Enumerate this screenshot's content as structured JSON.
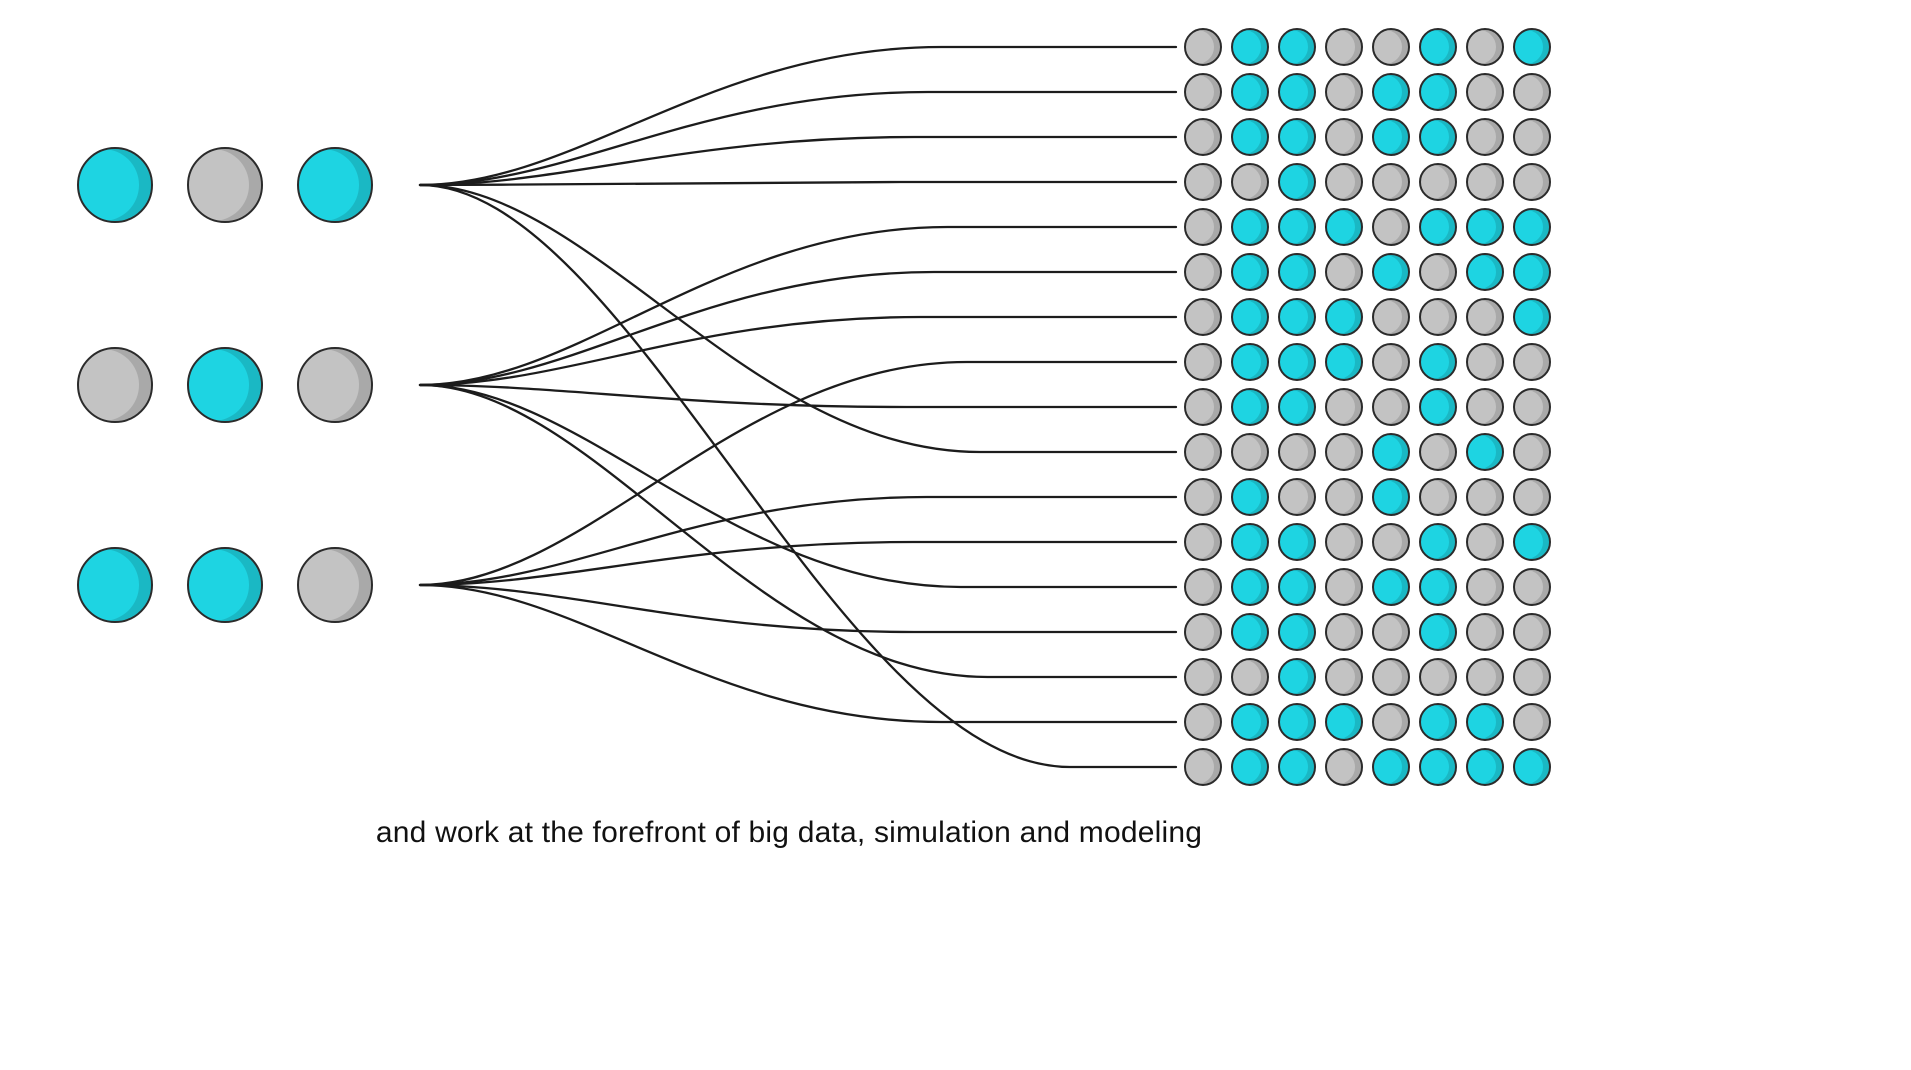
{
  "caption": "and work at the forefront of big data, simulation and modeling",
  "colors": {
    "cyan": "#1ed4e2",
    "gray": "#c3c3c3",
    "outline": "#2b2b2b",
    "wire": "#1c1c1c",
    "background": "#ffffff"
  },
  "input_grid": {
    "description": "3x3 grid of large nodes, values are node fill colors",
    "cell_values": [
      [
        "cyan",
        "gray",
        "cyan"
      ],
      [
        "gray",
        "cyan",
        "gray"
      ],
      [
        "cyan",
        "cyan",
        "gray"
      ]
    ]
  },
  "output_grid": {
    "description": "17x8 grid of small nodes, values are node fill colors",
    "cell_values": [
      [
        "gray",
        "cyan",
        "cyan",
        "gray",
        "gray",
        "cyan",
        "gray",
        "cyan"
      ],
      [
        "gray",
        "cyan",
        "cyan",
        "gray",
        "cyan",
        "cyan",
        "gray",
        "gray"
      ],
      [
        "gray",
        "cyan",
        "cyan",
        "gray",
        "cyan",
        "cyan",
        "gray",
        "gray"
      ],
      [
        "gray",
        "gray",
        "cyan",
        "gray",
        "gray",
        "gray",
        "gray",
        "gray"
      ],
      [
        "gray",
        "cyan",
        "cyan",
        "cyan",
        "gray",
        "cyan",
        "cyan",
        "cyan"
      ],
      [
        "gray",
        "cyan",
        "cyan",
        "gray",
        "cyan",
        "gray",
        "cyan",
        "cyan"
      ],
      [
        "gray",
        "cyan",
        "cyan",
        "cyan",
        "gray",
        "gray",
        "gray",
        "cyan"
      ],
      [
        "gray",
        "cyan",
        "cyan",
        "cyan",
        "gray",
        "cyan",
        "gray",
        "gray"
      ],
      [
        "gray",
        "cyan",
        "cyan",
        "gray",
        "gray",
        "cyan",
        "gray",
        "gray"
      ],
      [
        "gray",
        "gray",
        "gray",
        "gray",
        "cyan",
        "gray",
        "cyan",
        "gray"
      ],
      [
        "gray",
        "cyan",
        "gray",
        "gray",
        "cyan",
        "gray",
        "gray",
        "gray"
      ],
      [
        "gray",
        "cyan",
        "cyan",
        "gray",
        "gray",
        "cyan",
        "gray",
        "cyan"
      ],
      [
        "gray",
        "cyan",
        "cyan",
        "gray",
        "cyan",
        "cyan",
        "gray",
        "gray"
      ],
      [
        "gray",
        "cyan",
        "cyan",
        "gray",
        "gray",
        "cyan",
        "gray",
        "gray"
      ],
      [
        "gray",
        "gray",
        "cyan",
        "gray",
        "gray",
        "gray",
        "gray",
        "gray"
      ],
      [
        "gray",
        "cyan",
        "cyan",
        "cyan",
        "gray",
        "cyan",
        "cyan",
        "gray"
      ],
      [
        "gray",
        "cyan",
        "cyan",
        "gray",
        "cyan",
        "cyan",
        "cyan",
        "cyan"
      ]
    ]
  },
  "connections": [
    {
      "source_row": 0,
      "target_row": 0
    },
    {
      "source_row": 0,
      "target_row": 1
    },
    {
      "source_row": 0,
      "target_row": 2
    },
    {
      "source_row": 0,
      "target_row": 3
    },
    {
      "source_row": 0,
      "target_row": 9
    },
    {
      "source_row": 0,
      "target_row": 16
    },
    {
      "source_row": 1,
      "target_row": 4
    },
    {
      "source_row": 1,
      "target_row": 5
    },
    {
      "source_row": 1,
      "target_row": 6
    },
    {
      "source_row": 1,
      "target_row": 8
    },
    {
      "source_row": 1,
      "target_row": 12
    },
    {
      "source_row": 1,
      "target_row": 14
    },
    {
      "source_row": 2,
      "target_row": 7
    },
    {
      "source_row": 2,
      "target_row": 10
    },
    {
      "source_row": 2,
      "target_row": 11
    },
    {
      "source_row": 2,
      "target_row": 13
    },
    {
      "source_row": 2,
      "target_row": 15
    }
  ]
}
